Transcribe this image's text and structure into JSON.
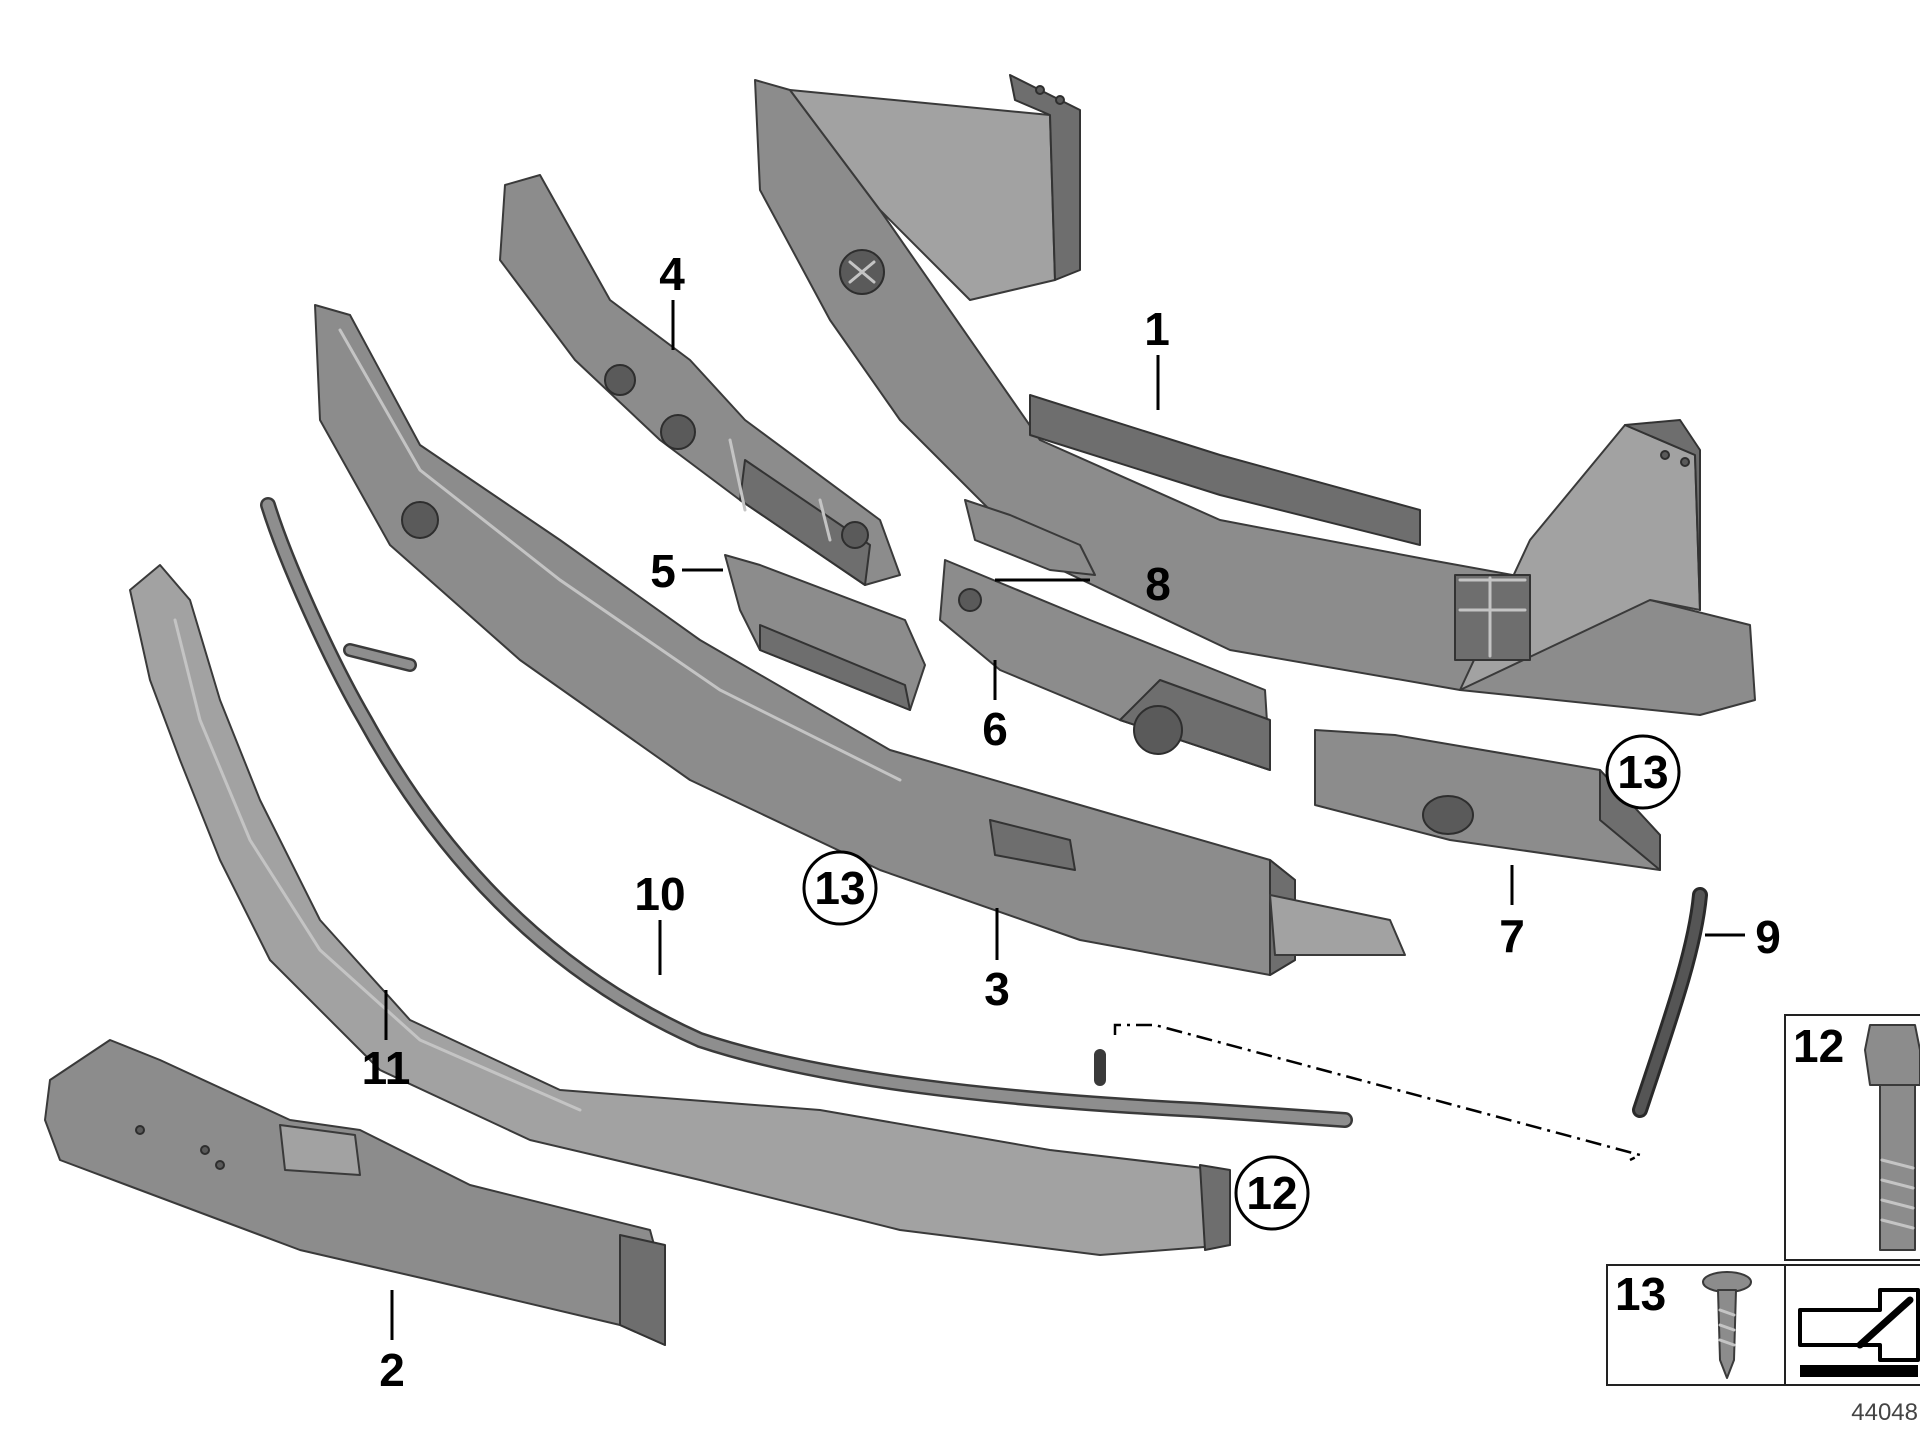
{
  "callouts": {
    "p1": "1",
    "p2": "2",
    "p3": "3",
    "p4": "4",
    "p5": "5",
    "p6": "6",
    "p7": "7",
    "p8": "8",
    "p9": "9",
    "p10": "10",
    "p11": "11",
    "p12_circled": "12",
    "p13_circled_a": "13",
    "p13_circled_b": "13"
  },
  "legend": {
    "bolt_label": "12",
    "screw_label": "13"
  },
  "reference_number": "44048"
}
